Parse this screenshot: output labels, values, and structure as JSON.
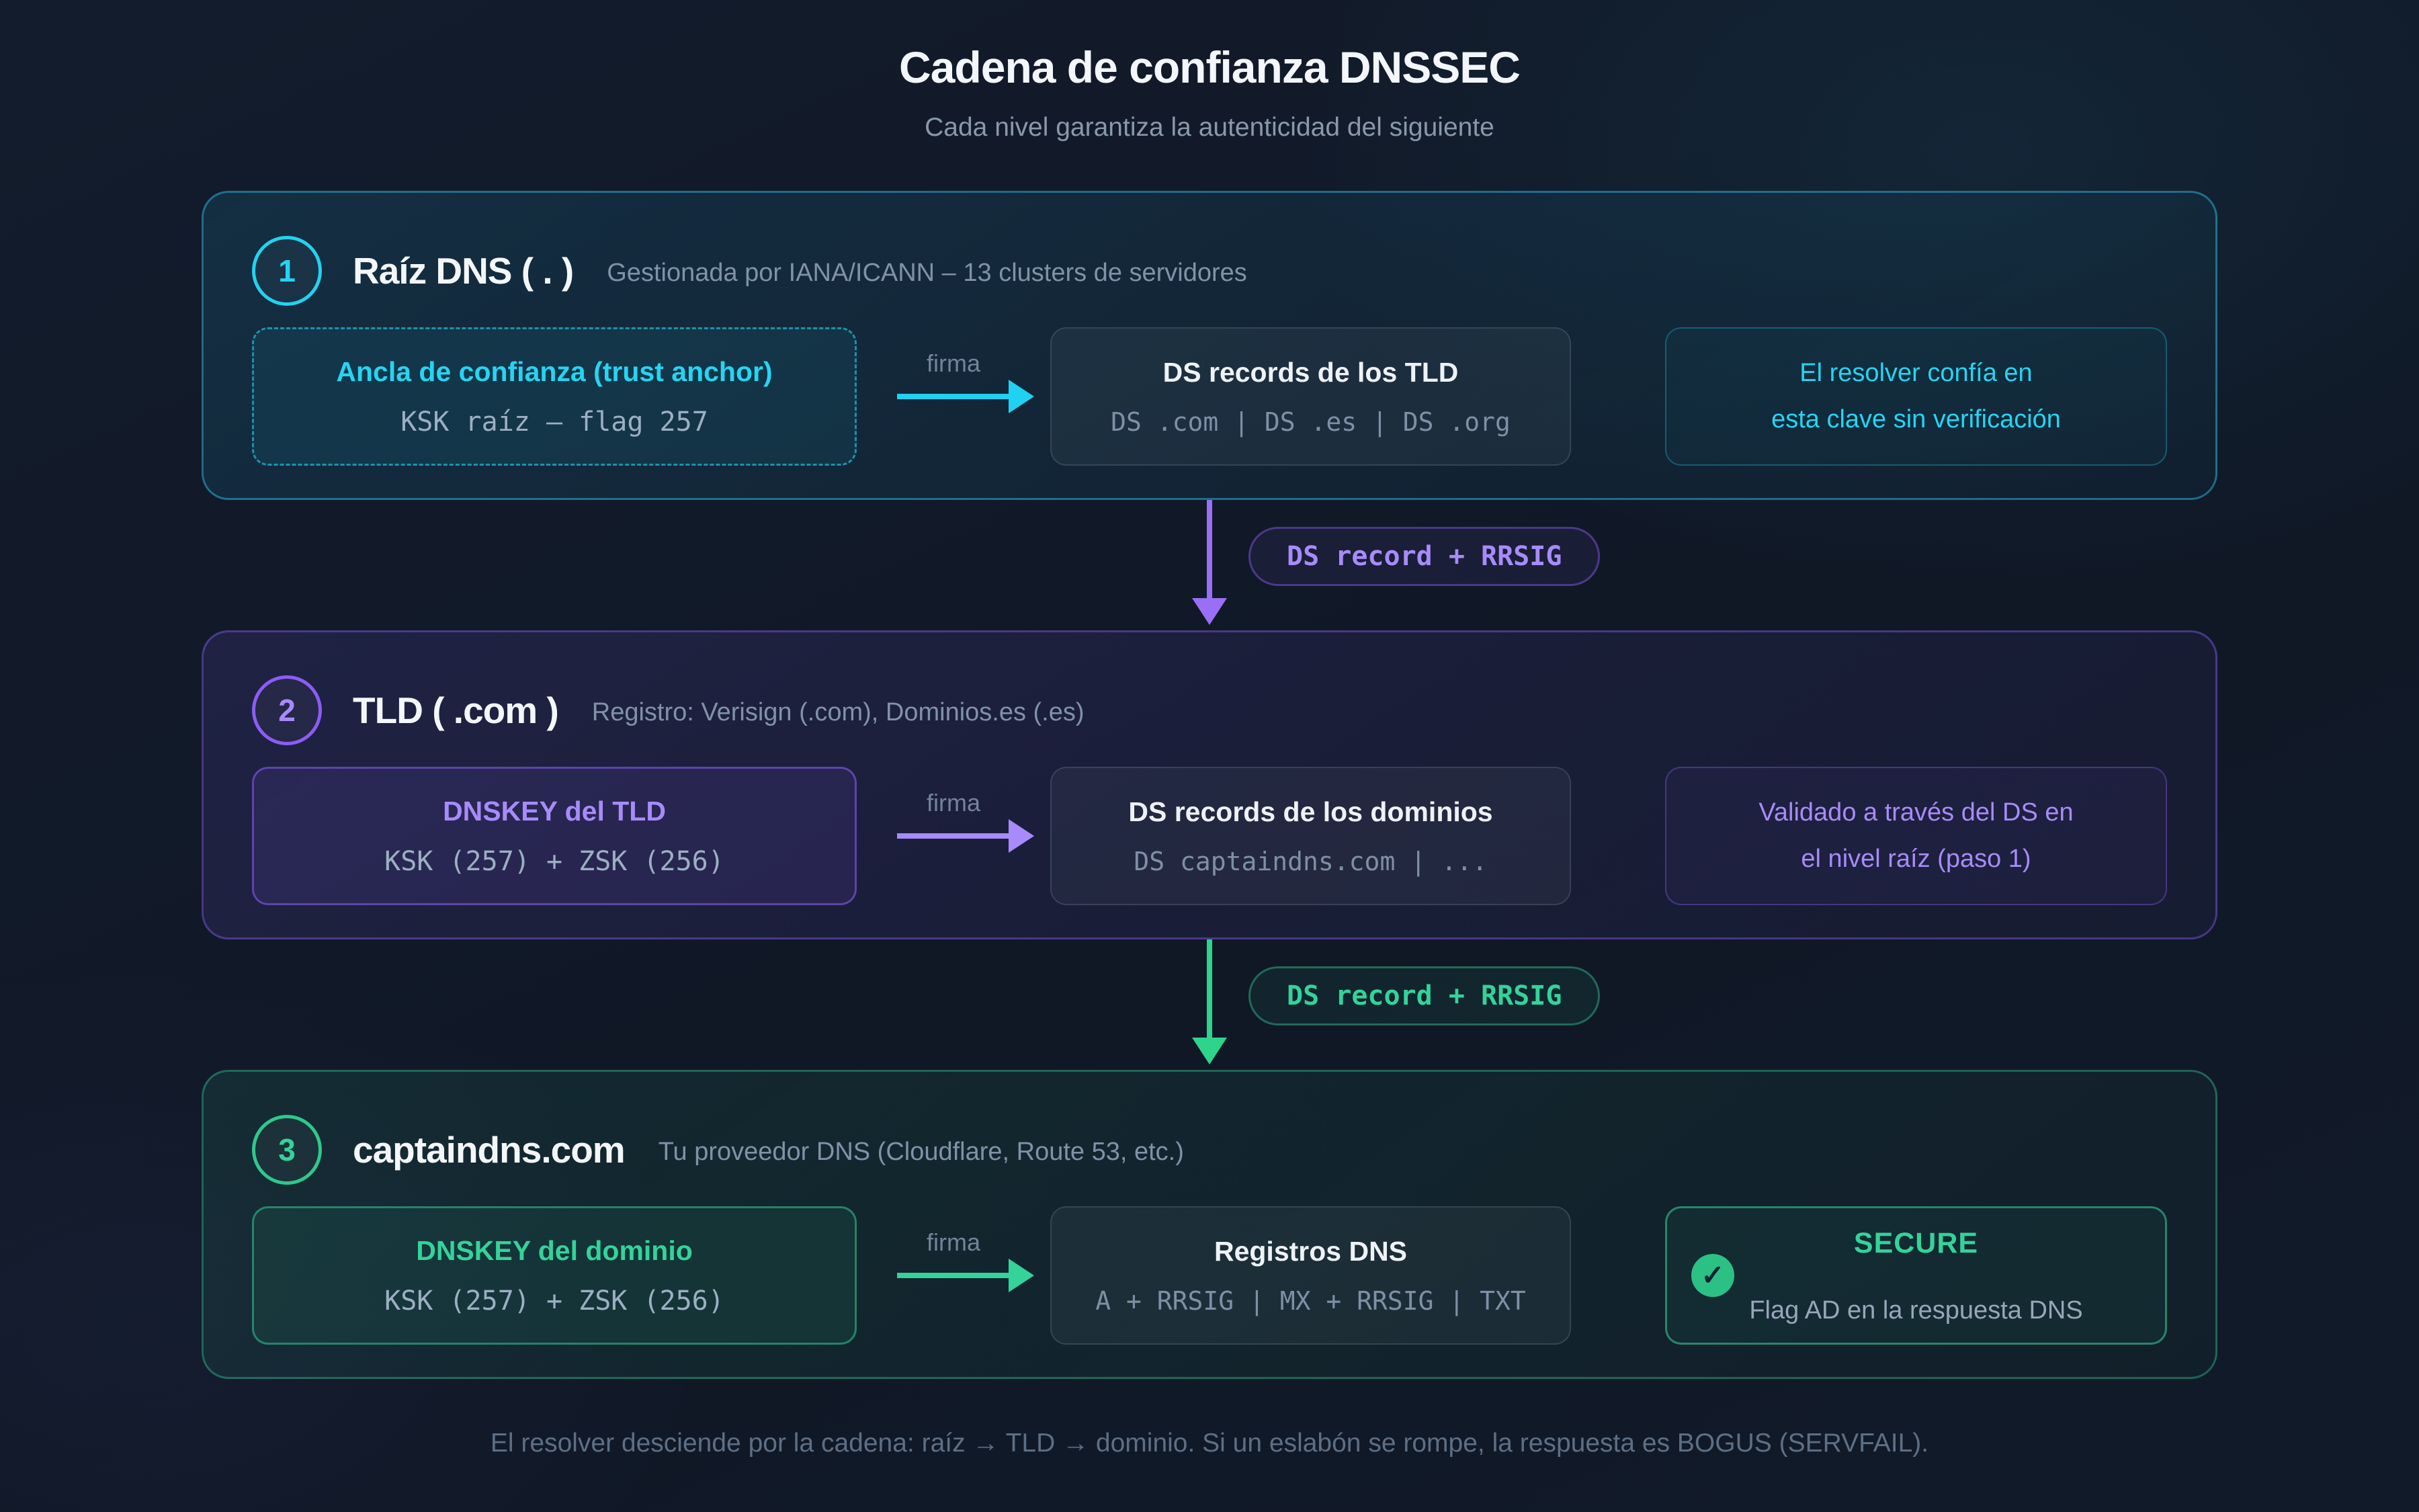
{
  "page": {
    "title": "Cadena de confianza DNSSEC",
    "subtitle": "Cada nivel garantiza la autenticidad del siguiente",
    "footer": "El resolver desciende por la cadena: raíz → TLD → dominio. Si un eslabón se rompe, la respuesta es BOGUS (SERVFAIL)."
  },
  "colors": {
    "cyan": "#22d3ee",
    "purple": "#a78bfa",
    "green": "#34d399"
  },
  "levels": [
    {
      "number": "1",
      "title": "Raíz DNS ( . )",
      "note": "Gestionada por IANA/ICANN – 13 clusters de servidores",
      "key_box": {
        "title": "Ancla de confianza (trust anchor)",
        "subtitle": "KSK raíz – flag 257"
      },
      "arrow_label": "firma",
      "records_box": {
        "title": "DS records de los TLD",
        "subtitle": "DS .com | DS .es | DS .org"
      },
      "note_box": {
        "line1": "El resolver confía en",
        "line2": "esta clave sin verificación"
      }
    },
    {
      "number": "2",
      "title": "TLD ( .com )",
      "note": "Registro: Verisign (.com), Dominios.es (.es)",
      "key_box": {
        "title": "DNSKEY del TLD",
        "subtitle": "KSK (257) + ZSK (256)"
      },
      "arrow_label": "firma",
      "records_box": {
        "title": "DS records de los dominios",
        "subtitle": "DS captaindns.com | ..."
      },
      "note_box": {
        "line1": "Validado a través del DS en",
        "line2": "el nivel raíz (paso 1)"
      }
    },
    {
      "number": "3",
      "title": "captaindns.com",
      "note": "Tu proveedor DNS (Cloudflare, Route 53, etc.)",
      "key_box": {
        "title": "DNSKEY del dominio",
        "subtitle": "KSK (257) + ZSK (256)"
      },
      "arrow_label": "firma",
      "records_box": {
        "title": "Registros DNS",
        "subtitle": "A + RRSIG | MX + RRSIG | TXT"
      },
      "note_box": {
        "title": "SECURE",
        "subtitle": "Flag AD en la respuesta DNS",
        "check": "✓"
      }
    }
  ],
  "connectors": [
    {
      "label": "DS record + RRSIG"
    },
    {
      "label": "DS record + RRSIG"
    }
  ]
}
